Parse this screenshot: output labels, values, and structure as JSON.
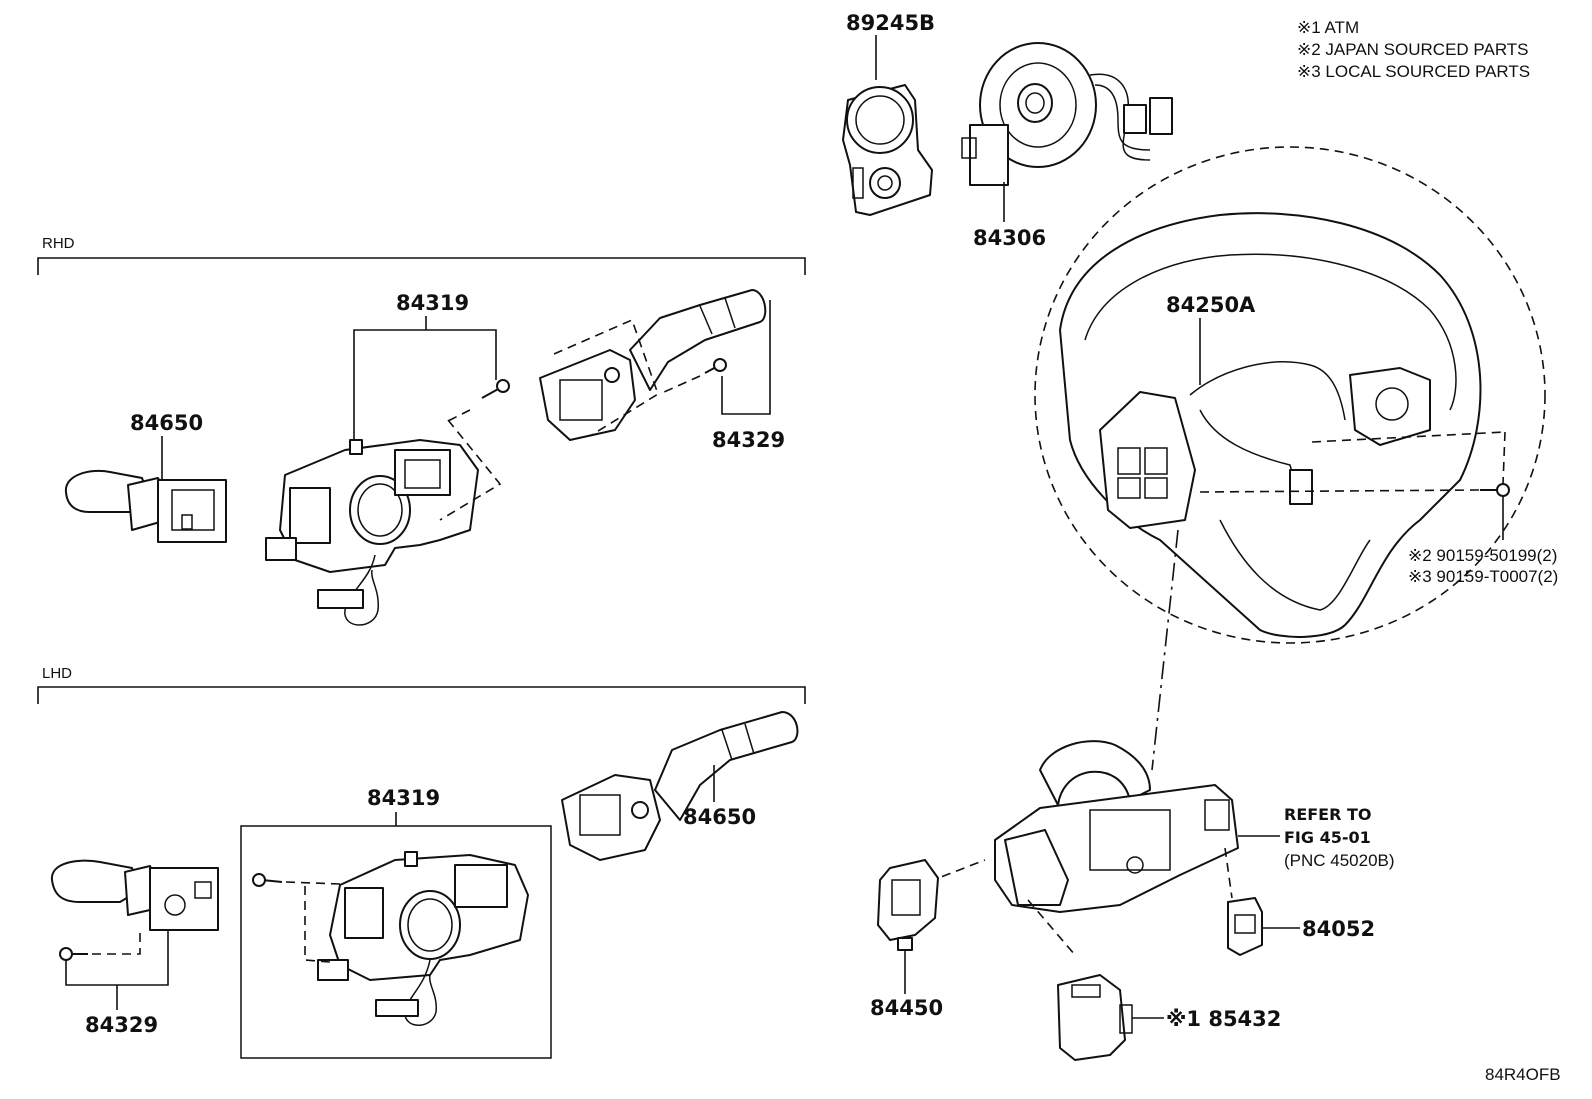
{
  "notes": [
    "※1 ATM",
    "※2 JAPAN SOURCED PARTS",
    "※3 LOCAL SOURCED PARTS"
  ],
  "sections": {
    "rhd": "RHD",
    "lhd": "LHD"
  },
  "labels": {
    "p89245b": "89245B",
    "p84306": "84306",
    "p84250a": "84250A",
    "rhd_84319": "84319",
    "rhd_84650": "84650",
    "rhd_84329": "84329",
    "lhd_84319": "84319",
    "lhd_84650": "84650",
    "lhd_84329": "84329",
    "p84450": "84450",
    "p84052": "84052",
    "p85432": "※1 85432",
    "screw_jp": "※2 90159-50199(2)",
    "screw_local": "※3 90159-T0007(2)"
  },
  "refer": {
    "line1": "REFER TO",
    "line2": "FIG 45-01",
    "line3": "(PNC 45020B)"
  },
  "figure_code": "84R4OFB"
}
